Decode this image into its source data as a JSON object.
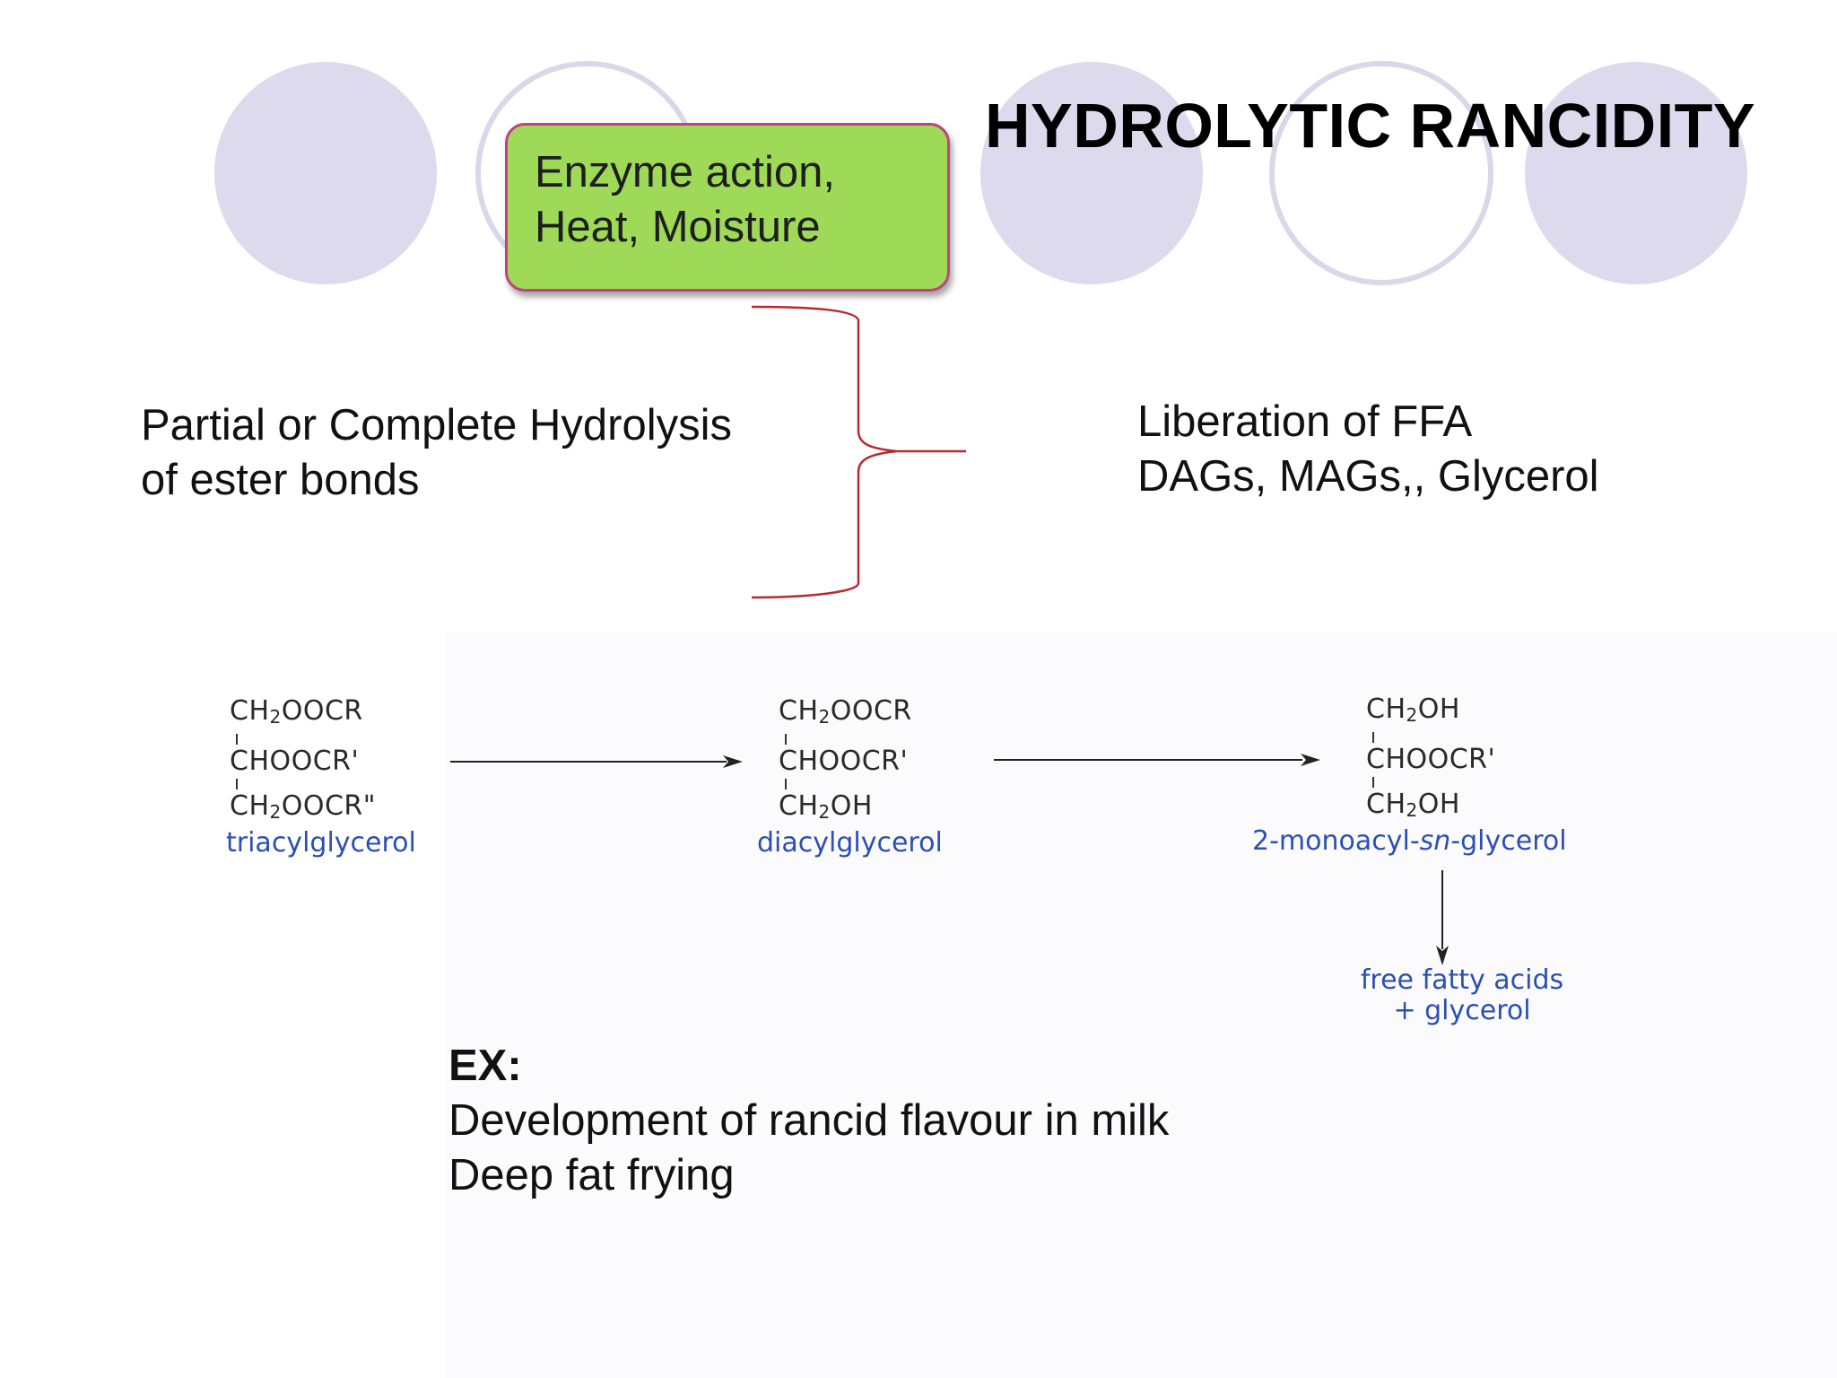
{
  "slide": {
    "title": "HYDROLYTIC RANCIDITY",
    "conditions": {
      "line1": "Enzyme action,",
      "line2": "Heat, Moisture"
    },
    "process": {
      "line1": "Partial or Complete Hydrolysis",
      "line2": "of ester bonds"
    },
    "result": {
      "line1": "Liberation of FFA",
      "line2": "DAGs, MAGs,, Glycerol"
    },
    "scheme": {
      "triacylglycerol": {
        "rows": [
          "OOCR",
          "CHOOCR'",
          "OOCR\""
        ],
        "label": "triacylglycerol"
      },
      "diacylglycerol": {
        "rows": [
          "OOCR",
          "CHOOCR'",
          "OH"
        ],
        "label": "diacylglycerol"
      },
      "monoacylglycerol": {
        "rows": [
          "OH",
          "CHOOCR'",
          "OH"
        ],
        "label_prefix": "2-monoacyl-",
        "label_italic": "sn",
        "label_suffix": "-glycerol"
      },
      "products": {
        "line1": "free fatty acids",
        "line2": "+ glycerol"
      },
      "ch2_prefix": "CH",
      "ch2_subscript": "2"
    },
    "examples": {
      "heading": "EX:",
      "items": [
        "Development of rancid flavour in milk",
        "Deep fat frying"
      ]
    }
  },
  "colors": {
    "decor_circle": "#dcdaec",
    "decor_ring": "#d9d7ea",
    "box_fill": "#9ed958",
    "box_border": "#c2427e",
    "bracket": "#b52a30",
    "label_blue": "#2b4fb3"
  }
}
